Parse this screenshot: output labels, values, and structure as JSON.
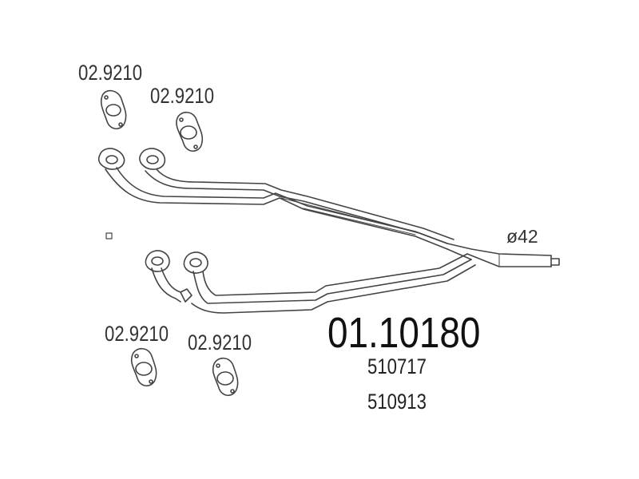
{
  "gasket_labels": [
    "02.9210",
    "02.9210",
    "02.9210",
    "02.9210"
  ],
  "main_part_number": "01.10180",
  "reference_numbers": [
    "510717",
    "510913"
  ],
  "diameter_label": "ø42",
  "colors": {
    "line": "#444444",
    "background": "#ffffff"
  }
}
